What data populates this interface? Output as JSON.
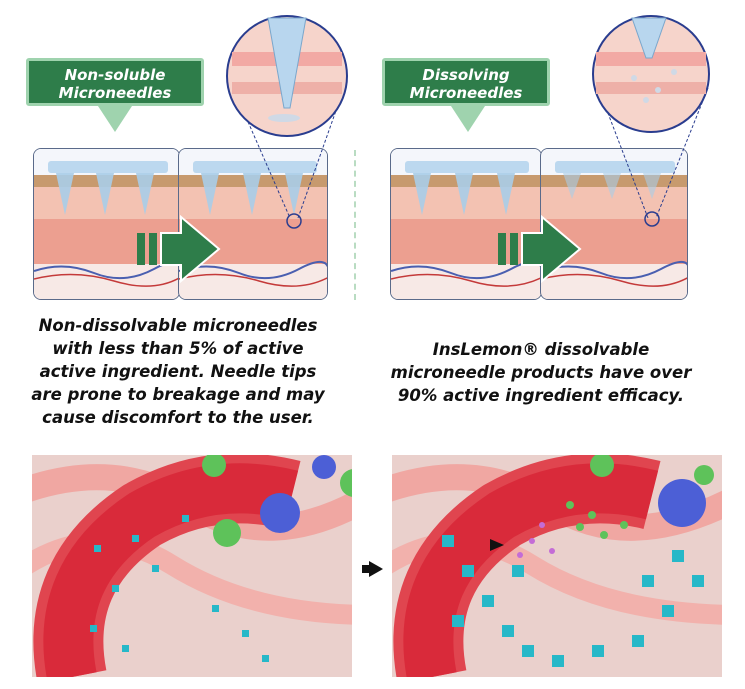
{
  "left_label": {
    "line1": "Non-soluble",
    "line2": "Microneedles"
  },
  "right_label": {
    "line1": "Dissolving",
    "line2": "Microneedles"
  },
  "left_caption": [
    "Non-dissolvable microneedles",
    "with less than 5% of active",
    "active ingredient. Needle tips",
    "are prone to breakage and may",
    "cause discomfort to the user."
  ],
  "right_caption": [
    "InsLemon® dissolvable",
    "microneedle products have over",
    "90% active ingredient efficacy."
  ],
  "colors": {
    "label_green": "#2e7d4a",
    "label_border": "#9fd3ae",
    "arrow_green": "#2e7d4a",
    "skin_pink": "#f2b6a8",
    "dermis_pink": "#ec9f90",
    "needle_blue": "#a9cde8",
    "blood_red": "#d92a3a",
    "particle_cyan": "#27b8c8"
  }
}
